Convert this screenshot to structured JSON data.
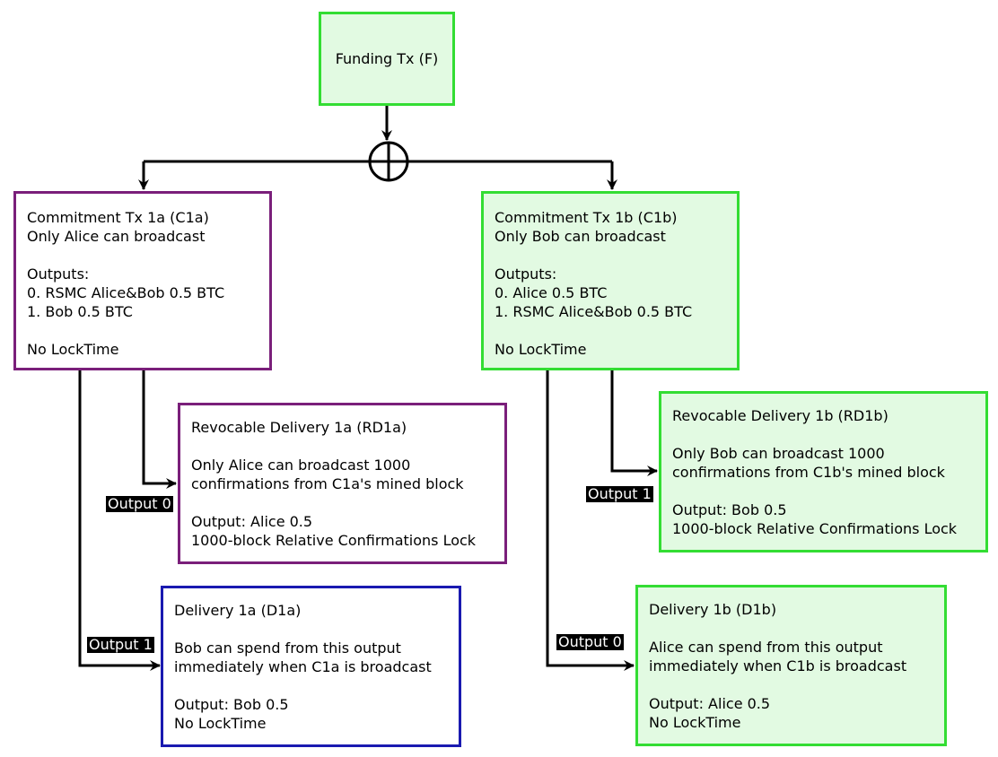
{
  "funding": {
    "label": "Funding Tx (F)"
  },
  "c1a": {
    "lines": [
      "Commitment Tx 1a (C1a)",
      "Only Alice can broadcast",
      "",
      "Outputs:",
      "0. RSMC Alice&Bob 0.5 BTC",
      "1. Bob 0.5 BTC",
      "",
      "No LockTime"
    ]
  },
  "c1b": {
    "lines": [
      "Commitment Tx 1b (C1b)",
      "Only Bob can broadcast",
      "",
      "Outputs:",
      "0. Alice 0.5 BTC",
      "1. RSMC Alice&Bob 0.5 BTC",
      "",
      "No LockTime"
    ]
  },
  "rd1a": {
    "lines": [
      "Revocable Delivery 1a (RD1a)",
      "",
      "Only Alice can broadcast 1000",
      "confirmations from C1a's mined block",
      "",
      "Output: Alice 0.5",
      "1000-block Relative Confirmations Lock"
    ]
  },
  "rd1b": {
    "lines": [
      "Revocable Delivery 1b (RD1b)",
      "",
      "Only Bob can broadcast 1000",
      "confirmations from C1b's mined block",
      "",
      "Output: Bob 0.5",
      "1000-block Relative Confirmations Lock"
    ]
  },
  "d1a": {
    "lines": [
      "Delivery 1a (D1a)",
      "",
      "Bob can spend from this output",
      "immediately when C1a is broadcast",
      "",
      "Output: Bob 0.5",
      "No LockTime"
    ]
  },
  "d1b": {
    "lines": [
      "Delivery 1b (D1b)",
      "",
      "Alice can spend from this output",
      "immediately when C1b is broadcast",
      "",
      "Output: Alice 0.5",
      "No LockTime"
    ]
  },
  "labels": {
    "c1a_output0": "Output 0",
    "c1a_output1": "Output 1",
    "c1b_output1": "Output 1",
    "c1b_output0": "Output 0"
  },
  "colors": {
    "purple": "#7a1f7a",
    "blue": "#1a1ab0",
    "green_border": "#33dd33",
    "green_fill": "#e2fae2"
  }
}
